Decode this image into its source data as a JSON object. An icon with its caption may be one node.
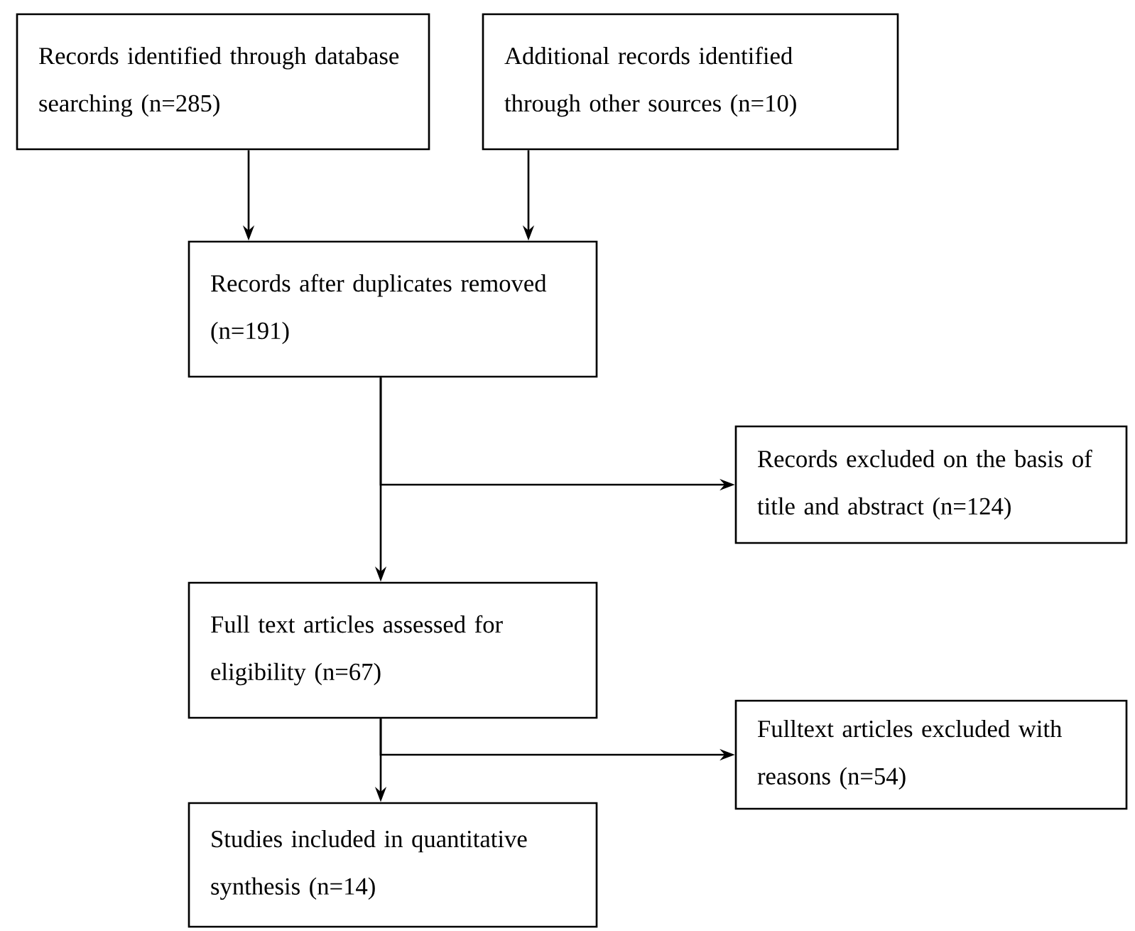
{
  "diagram": {
    "nodes": [
      {
        "text": [
          "Records identified through database searching (n=285)"
        ]
      },
      {
        "text": [
          "Additional records identified through other sources (n=10)"
        ]
      },
      {
        "text": [
          "Records after duplicates removed (n=191)"
        ]
      },
      {
        "text": [
          "Records excluded on the basis of title and abstract (n=124)"
        ]
      },
      {
        "text": [
          "Full text articles assessed for eligibility (n=67)"
        ]
      },
      {
        "text": [
          "Fulltext articles excluded with reasons (n=54)"
        ]
      },
      {
        "text": [
          "Studies included in quantitative synthesis (n=14)"
        ]
      }
    ],
    "edges": [
      {
        "from": 0,
        "to": 2,
        "arrow": "to"
      },
      {
        "from": 1,
        "to": 2,
        "arrow": "to"
      },
      {
        "from": 2,
        "to": 4,
        "arrow": "to"
      },
      {
        "from": 2,
        "to": 3,
        "arrow": "to"
      },
      {
        "from": 4,
        "to": 6,
        "arrow": "to"
      },
      {
        "from": 4,
        "to": 5,
        "arrow": "to"
      }
    ]
  }
}
